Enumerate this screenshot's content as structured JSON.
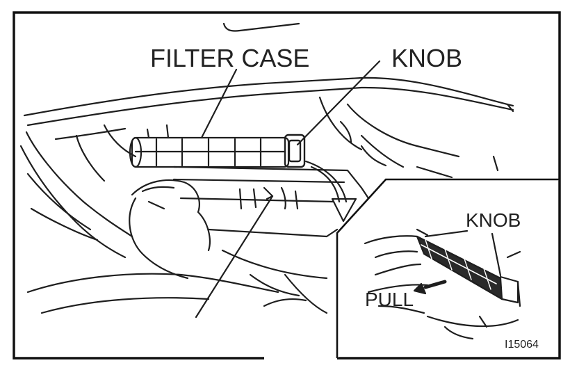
{
  "labels": {
    "filter_case": "FILTER CASE",
    "knob_main": "KNOB",
    "knob_inset": "KNOB",
    "pull": "PULL",
    "figure_code": "I15064"
  },
  "colors": {
    "ink": "#1e1e1e",
    "background": "#ffffff"
  }
}
